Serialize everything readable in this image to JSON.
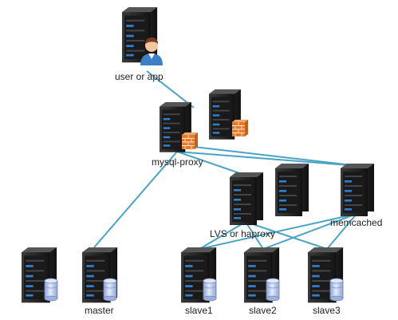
{
  "labels": {
    "user": "user or app",
    "proxy": "mysql-proxy",
    "lvs": "LVS or haproxy",
    "memcached": "memcached",
    "master": "master",
    "slave1": "slave1",
    "slave2": "slave2",
    "slave3": "slave3"
  },
  "icons": {
    "server": "server-tower-icon",
    "user": "user-person-icon",
    "firewall": "firewall-brick-icon",
    "database": "database-cylinder-icon"
  },
  "colors": {
    "link": "#4aa3c4",
    "server_body": "#2a2a2a",
    "server_light": "#2f7fd0",
    "firewall": "#e8792a",
    "database": "#b9c7e6",
    "user_shirt": "#3d7fc6"
  }
}
